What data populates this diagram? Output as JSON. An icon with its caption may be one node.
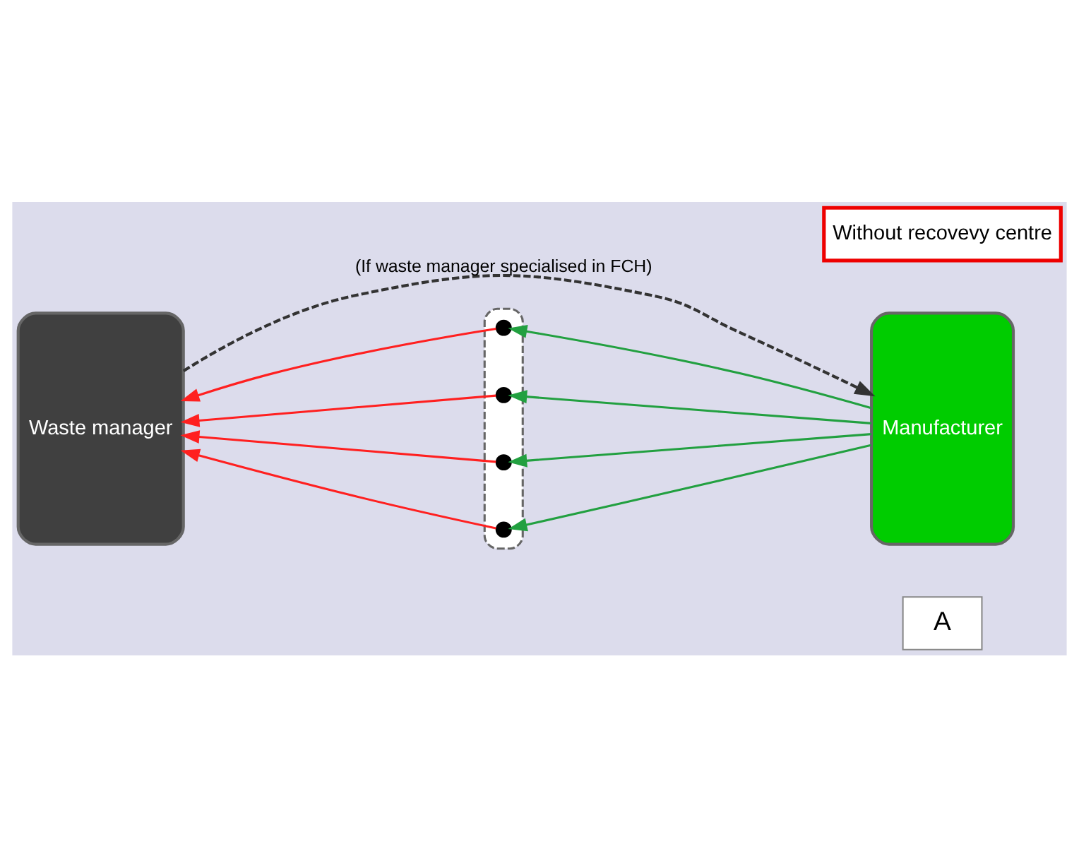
{
  "diagram": {
    "nodes": [
      {
        "text": [
          "A"
        ]
      },
      {
        "text": [
          "Waste manager"
        ]
      },
      {
        "text": [],
        "shape": "ellipse"
      },
      {
        "text": [],
        "shape": "circle",
        "in": 2
      },
      {
        "text": [],
        "shape": "circle",
        "in": 2
      },
      {
        "text": [],
        "shape": "circle",
        "in": 2
      },
      {
        "text": [],
        "shape": "circle",
        "in": 2
      },
      {
        "text": [
          "Manufacturer"
        ]
      },
      {
        "text": [
          "Without recovevy centre"
        ]
      }
    ],
    "edges": [
      {
        "from": 7,
        "to": 3,
        "arrow": "to",
        "color": "#22a040"
      },
      {
        "from": 7,
        "to": 4,
        "arrow": "to",
        "color": "#22a040"
      },
      {
        "from": 7,
        "to": 5,
        "arrow": "to",
        "color": "#22a040"
      },
      {
        "from": 7,
        "to": 6,
        "arrow": "to",
        "color": "#22a040"
      },
      {
        "from": 3,
        "to": 1,
        "arrow": "to",
        "color": "#ff2020"
      },
      {
        "from": 4,
        "to": 1,
        "arrow": "to",
        "color": "#ff2020"
      },
      {
        "from": 5,
        "to": 1,
        "arrow": "to",
        "color": "#ff2020"
      },
      {
        "from": 6,
        "to": 1,
        "arrow": "to",
        "color": "#ff2020"
      },
      {
        "from": 1,
        "to": 7,
        "arrow": "to",
        "style": "dashed",
        "color": "#333333",
        "label": "(If waste manager specialised in FCH)"
      }
    ]
  }
}
